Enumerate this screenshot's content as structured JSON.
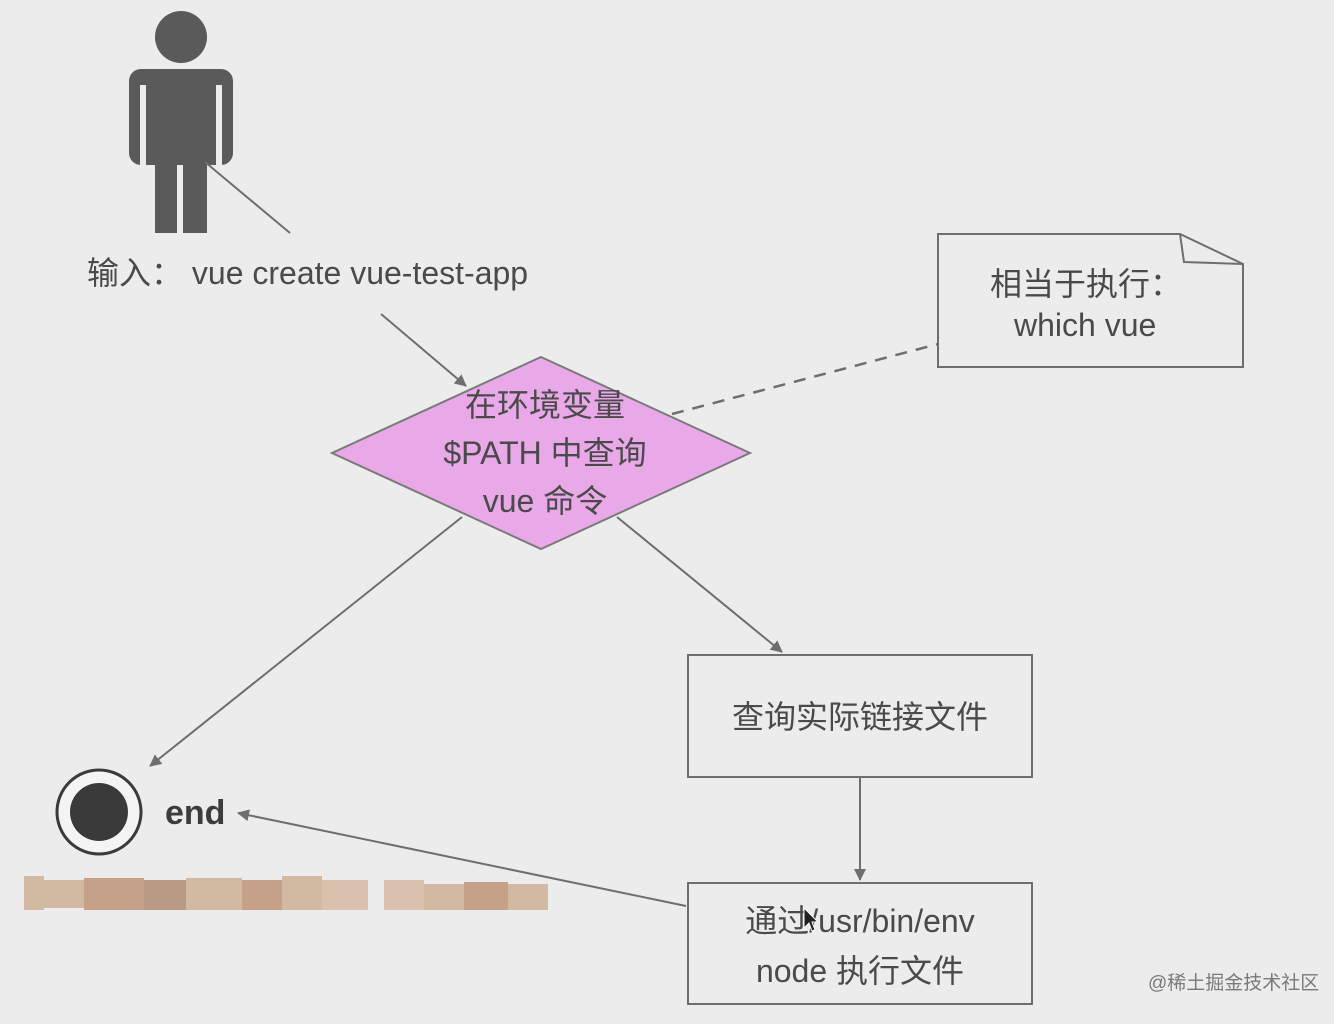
{
  "diagram": {
    "input_label": "输入： vue create vue-test-app",
    "decision": {
      "line1": "在环境变量",
      "line2": "$PATH 中查询",
      "line3": "vue 命令",
      "fill": "#e9a9e9"
    },
    "note": {
      "line1": "相当于执行：",
      "line2": "which vue"
    },
    "box_lookup": "查询实际链接文件",
    "box_exec": {
      "line1": "通过/usr/bin/env",
      "line2": "node 执行文件"
    },
    "end_label": "end"
  },
  "watermark": "@稀土掘金技术社区",
  "colors": {
    "background": "#ececec",
    "stroke": "#6e6e6e",
    "actor": "#5a5a5a",
    "end_node": "#3a3a3a",
    "decision_fill": "#e9a9e9"
  }
}
